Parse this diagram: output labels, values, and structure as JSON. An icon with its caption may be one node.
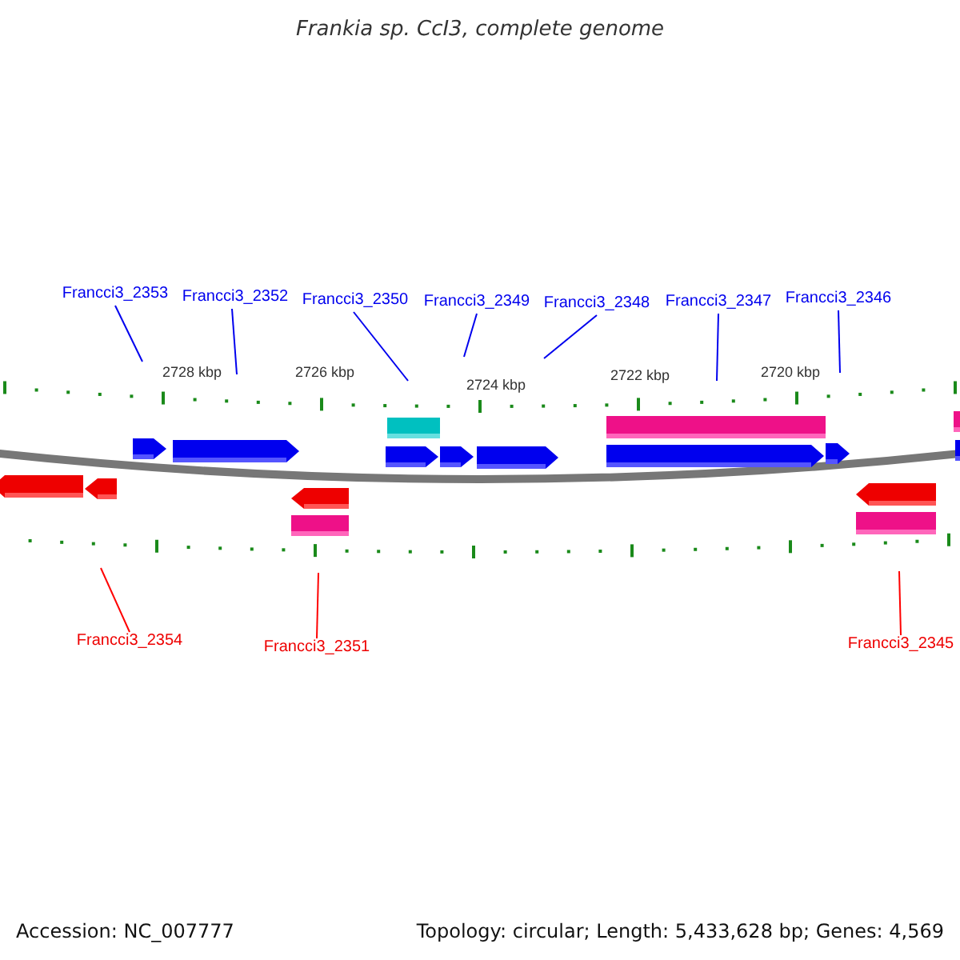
{
  "diagram": {
    "title": "Frankia sp. CcI3, complete genome",
    "nodes": [
      {
        "text": [
          "Francci3_2353"
        ]
      },
      {
        "text": [
          "Francci3_2352"
        ]
      },
      {
        "text": [
          "Francci3_2350"
        ]
      },
      {
        "text": [
          "Francci3_2349"
        ]
      },
      {
        "text": [
          "Francci3_2348"
        ]
      },
      {
        "text": [
          "Francci3_2347"
        ]
      },
      {
        "text": [
          "Francci3_2346"
        ]
      },
      {
        "text": [
          "Francci3_2354"
        ]
      },
      {
        "text": [
          "Francci3_2351"
        ]
      },
      {
        "text": [
          "Francci3_2345"
        ]
      }
    ],
    "edges": [
      {
        "from": 0,
        "to": null,
        "arrow": "none"
      },
      {
        "from": 1,
        "to": null,
        "arrow": "none"
      },
      {
        "from": 2,
        "to": null,
        "arrow": "none"
      },
      {
        "from": 3,
        "to": null,
        "arrow": "none"
      },
      {
        "from": 4,
        "to": null,
        "arrow": "none"
      },
      {
        "from": 5,
        "to": null,
        "arrow": "none"
      },
      {
        "from": 6,
        "to": null,
        "arrow": "none"
      },
      {
        "from": 7,
        "to": null,
        "arrow": "none",
        "color": "#ff0000"
      },
      {
        "from": 8,
        "to": null,
        "arrow": "none",
        "color": "#ff0000"
      },
      {
        "from": 9,
        "to": null,
        "arrow": "none",
        "color": "#ff0000"
      }
    ],
    "labels": [
      "2728 kbp",
      "2726 kbp",
      "2724 kbp",
      "2722 kbp",
      "2720 kbp",
      "Accession: NC_007777",
      "Topology: circular; Length: 5,433,628 bp; Genes: 4,569"
    ]
  }
}
